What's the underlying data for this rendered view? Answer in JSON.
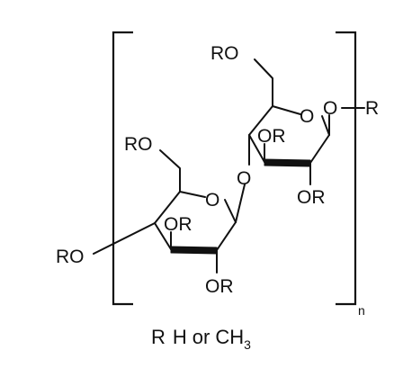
{
  "structure": {
    "atoms": {
      "ro_ch2_upper": "RO",
      "ring_o_upper": "O",
      "glycosidic_o_right": "O",
      "r_terminal": "R",
      "or_c3_upper": "OR",
      "or_c2_upper": "OR",
      "ro_ch2_lower": "RO",
      "bridge_o": "O",
      "ring_o_lower": "O",
      "or_c3_lower": "OR",
      "ro_c4_lower": "RO",
      "or_c2_lower": "OR"
    },
    "repeat_subscript": "n"
  },
  "caption": {
    "r_label": "R",
    "h_label": "H",
    "or_word": "or",
    "ch_label": "CH",
    "ch_subscript": "3"
  },
  "colors": {
    "ink": "#111111",
    "background": "#ffffff"
  }
}
